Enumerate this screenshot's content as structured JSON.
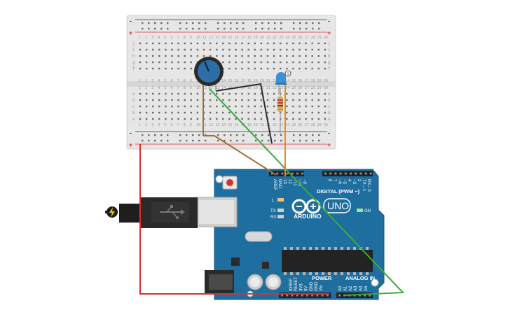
{
  "breadboard": {
    "rail_plus": "+",
    "rail_minus": "-",
    "columns": [
      "1",
      "2",
      "3",
      "4",
      "5",
      "6",
      "7",
      "8",
      "9",
      "10",
      "11",
      "12",
      "13",
      "14",
      "15",
      "16",
      "17",
      "18",
      "19",
      "20",
      "21",
      "22",
      "23",
      "24",
      "25",
      "26",
      "27",
      "28",
      "29",
      "30"
    ],
    "rows_top": [
      "j",
      "i",
      "h",
      "g",
      "f"
    ],
    "rows_bottom": [
      "e",
      "d",
      "c",
      "b",
      "a"
    ]
  },
  "led": {
    "marker": "1"
  },
  "arduino": {
    "brand": "ARDUINO",
    "model": "UNO",
    "digital_header": "DIGITAL (PWM ~)",
    "power_header": "POWER",
    "analog_header": "ANALOG IN",
    "on_label": "ON",
    "l_label": "L",
    "tx_label": "TX",
    "rx_label": "RX",
    "top_pins": [
      "AREF",
      "GND",
      "13",
      "12",
      "~11",
      "~10",
      "~9",
      "8",
      "7",
      "~6",
      "~5",
      "4",
      "~3",
      "2",
      "TX→1",
      "RX←0"
    ],
    "power_pins": [
      "IOREF",
      "RESET",
      "3V3",
      "5V",
      "GND",
      "GND",
      "Vin"
    ],
    "analog_pins": [
      "A0",
      "A1",
      "A2",
      "A3",
      "A4",
      "A5"
    ]
  },
  "wires": {
    "colors": {
      "red": "#d9302c",
      "green": "#3cab3c",
      "black": "#2b2b2b",
      "brown": "#a0703c",
      "orange": "#e88a1e"
    }
  }
}
